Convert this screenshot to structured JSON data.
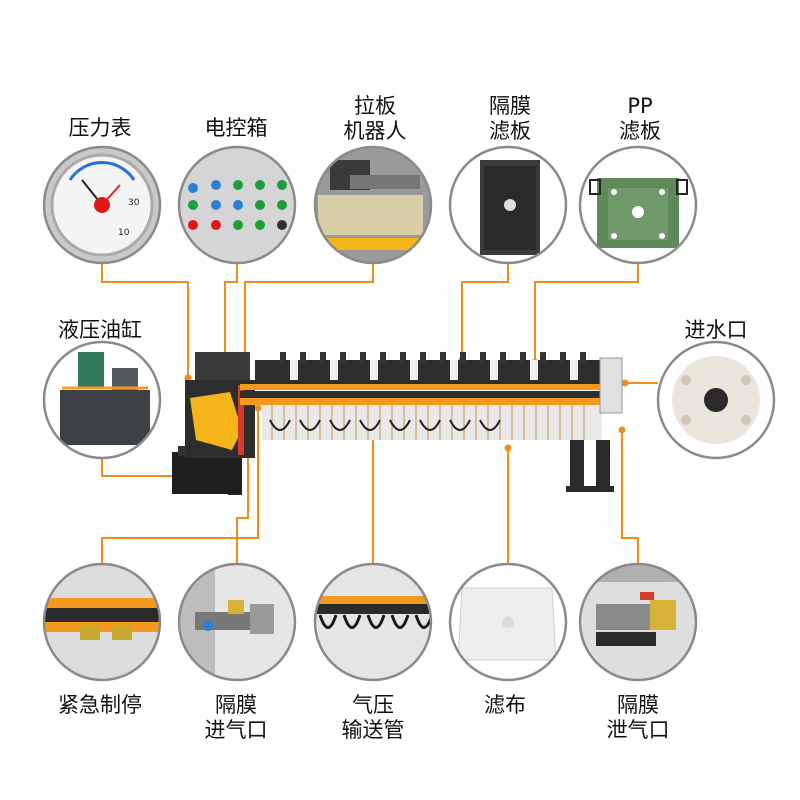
{
  "labels": {
    "pressure_gauge": "压力表",
    "control_box": "电控箱",
    "plate_robot": "拉板\n机器人",
    "membrane_plate": "隔膜\n滤板",
    "pp_plate": "PP\n滤板",
    "hydraulic_cylinder": "液压油缸",
    "water_inlet": "进水口",
    "emergency_stop": "紧急制停",
    "membrane_air_inlet": "隔膜\n进气口",
    "air_pipe": "气压\n输送管",
    "filter_cloth": "滤布",
    "membrane_air_outlet": "隔膜\n泄气口"
  },
  "gauge_numbers": [
    "30",
    "10"
  ],
  "colors": {
    "callout_line": "#f28c1e",
    "circle_border": "#8a8a8a",
    "machine_frame": "#2a2a2a",
    "machine_orange": "#f39a1f",
    "pp_plate_green": "#5e8a5a"
  }
}
